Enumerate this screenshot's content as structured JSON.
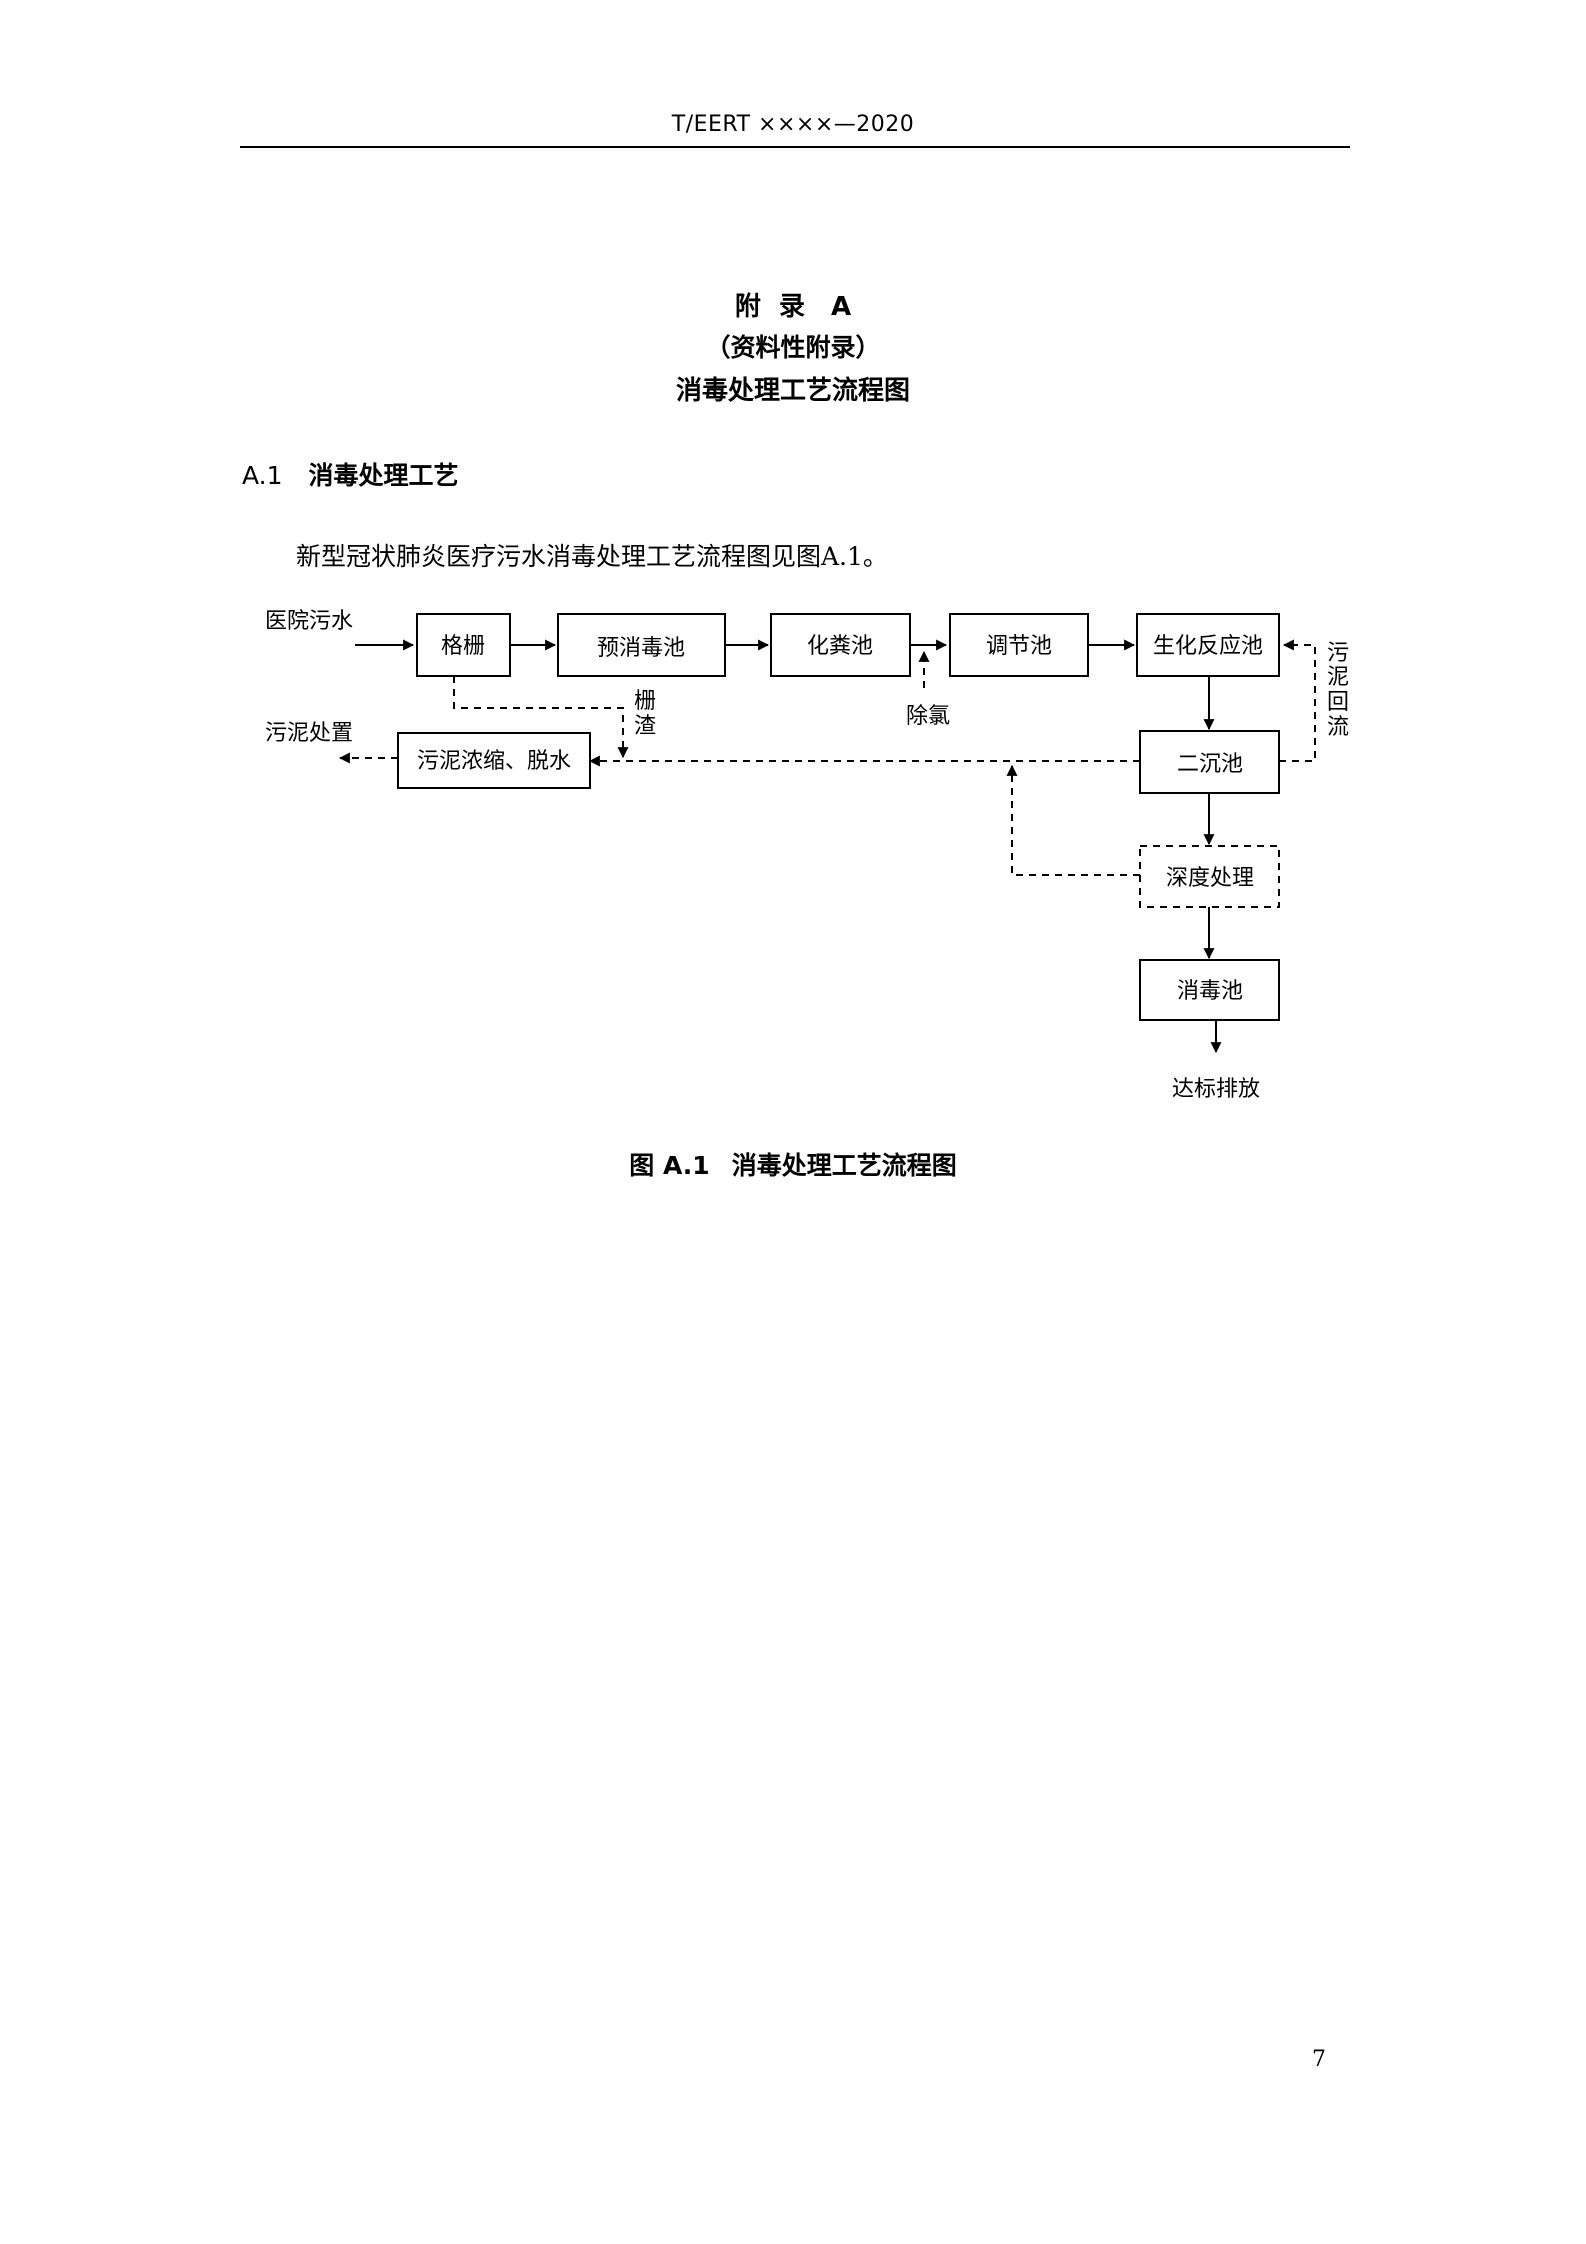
{
  "header": {
    "text": "T/EERT  ××××—2020"
  },
  "appendix": {
    "title_prefix": "附  录",
    "title_letter": "A",
    "subtitle": "（资料性附录）",
    "name": "消毒处理工艺流程图"
  },
  "section": {
    "number": "A.1",
    "title": "消毒处理工艺"
  },
  "paragraph": "新型冠状肺炎医疗污水消毒处理工艺流程图见图A.1。",
  "diagram": {
    "input_label": "医院污水",
    "sludge_disposal_label": "污泥处置",
    "nodes": {
      "grille": "格栅",
      "pre_disinfection": "预消毒池",
      "septic_tank": "化粪池",
      "regulating_tank": "调节池",
      "biochemical_tank": "生化反应池",
      "secondary_clarifier": "二沉池",
      "advanced_treatment": "深度处理",
      "disinfection_tank": "消毒池",
      "sludge_thickening": "污泥浓缩、脱水"
    },
    "screenings_label": [
      "栅",
      "渣"
    ],
    "dechlorination_label": "除氯",
    "sludge_return_label": [
      "污",
      "泥",
      "回",
      "流"
    ],
    "discharge_label": "达标排放"
  },
  "caption": {
    "number": "图 A.1",
    "title": "消毒处理工艺流程图"
  },
  "page_number": "7"
}
